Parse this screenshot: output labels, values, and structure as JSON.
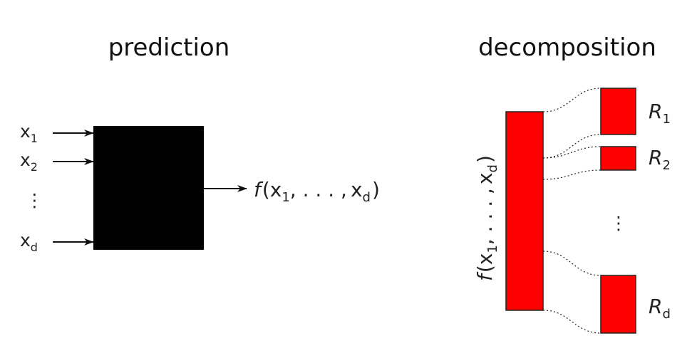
{
  "prediction": {
    "title": "prediction",
    "inputs": [
      {
        "base": "x",
        "sub": "1"
      },
      {
        "base": "x",
        "sub": "2"
      },
      {
        "base": "⋮",
        "sub": ""
      },
      {
        "base": "x",
        "sub": "d"
      }
    ],
    "output": {
      "f": "f",
      "open": "(",
      "x1": "x",
      "x1_sub": "1",
      "ellipsis": ", . . . ,",
      "xd": "x",
      "xd_sub": "d",
      "close": ")"
    },
    "box_color": "#000000"
  },
  "decomposition": {
    "title": "decomposition",
    "bar_label": {
      "f": "f",
      "open": "(",
      "x1": "x",
      "x1_sub": "1",
      "ellipsis": ", . . . ,",
      "xd": "x",
      "xd_sub": "d",
      "close": ")"
    },
    "relevances": [
      {
        "base": "R",
        "sub": "1"
      },
      {
        "base": "R",
        "sub": "2"
      },
      {
        "base": "R",
        "sub": "d"
      }
    ],
    "dots": "⋮",
    "bar_color": "#ff0000"
  }
}
